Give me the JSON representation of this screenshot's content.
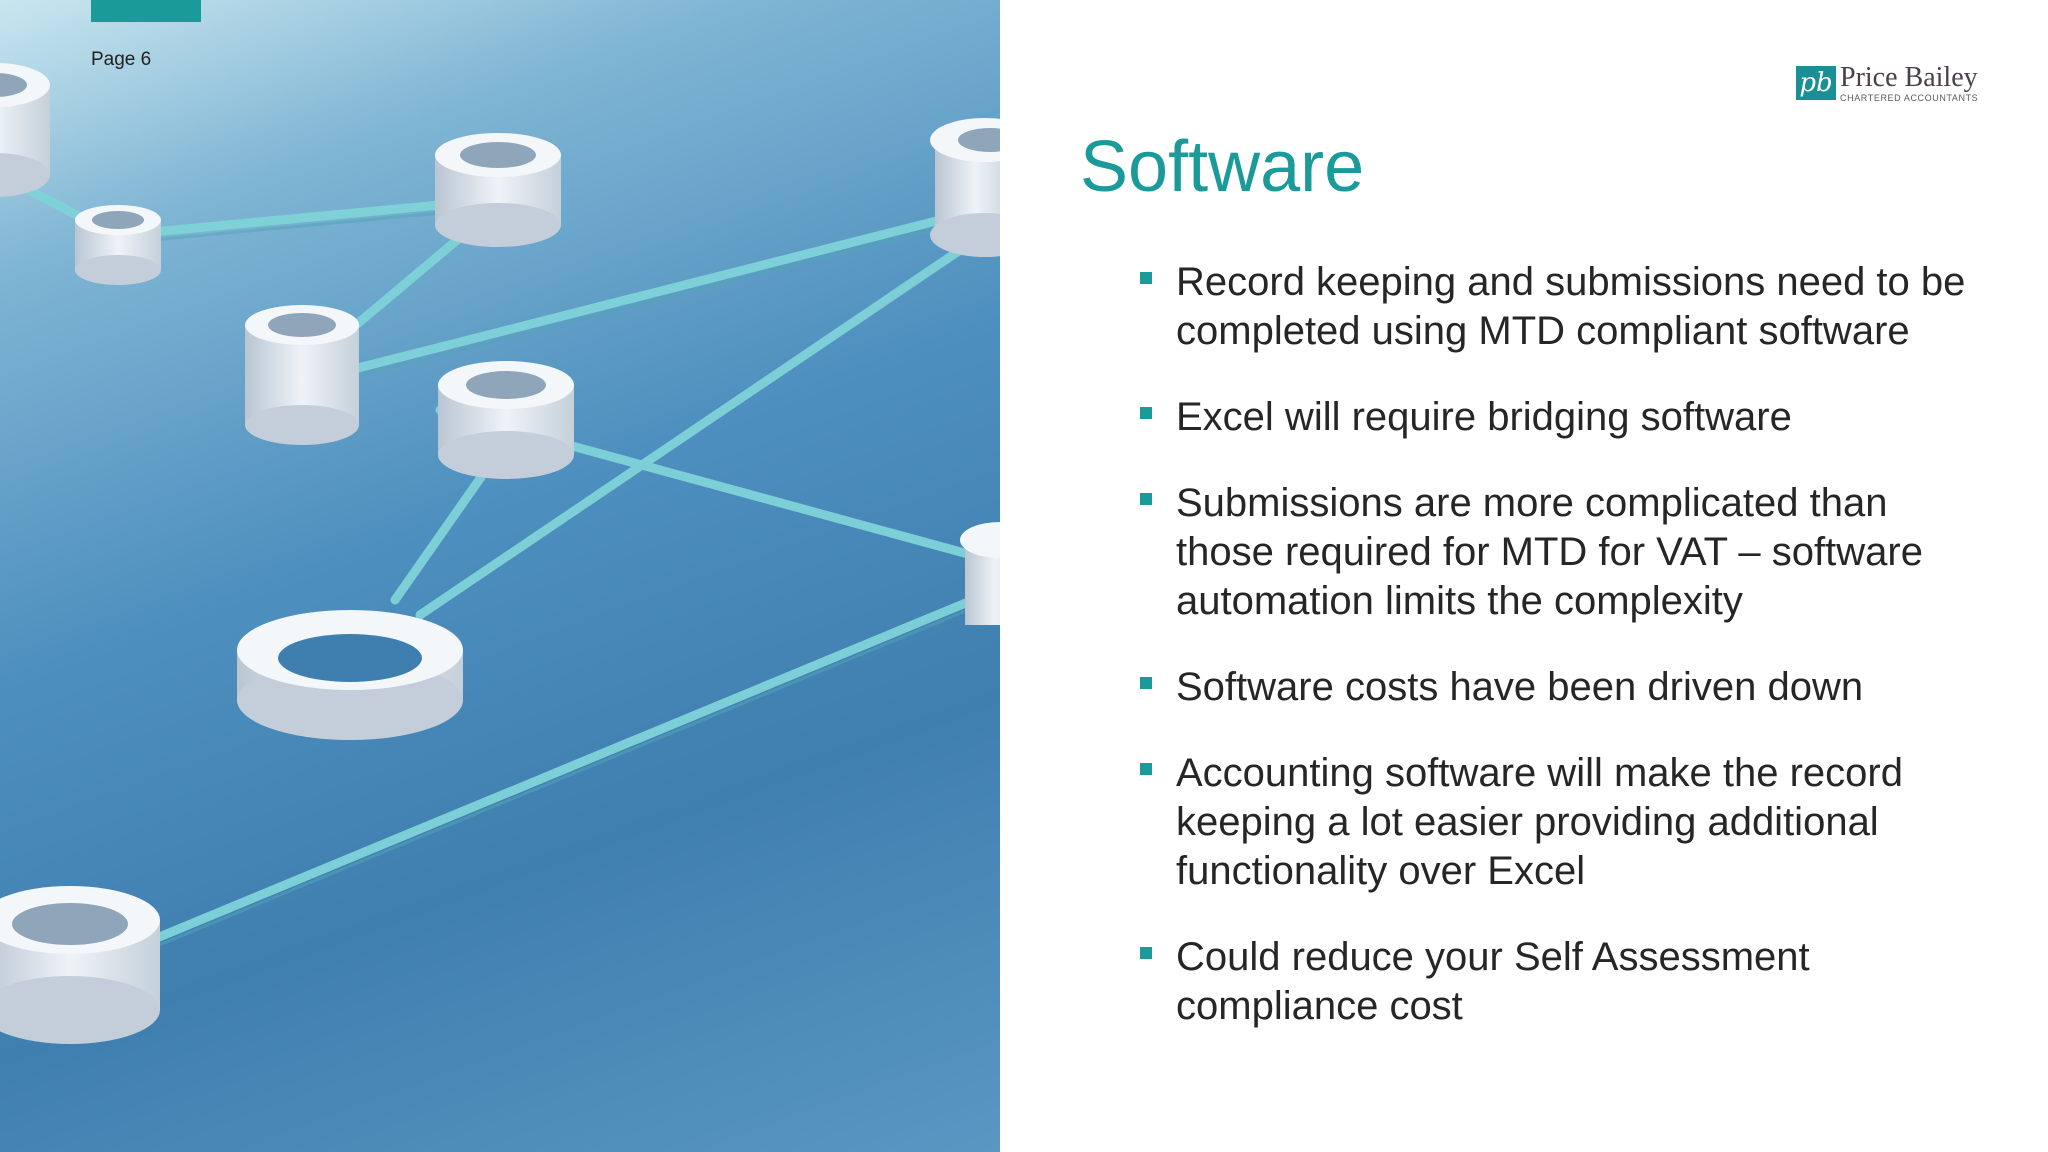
{
  "page_number": "Page 6",
  "logo": {
    "mark": "pb",
    "name": "Price Bailey",
    "tagline": "CHARTERED ACCOUNTANTS"
  },
  "title": "Software",
  "bullets": [
    "Record keeping and submissions need to be completed using MTD compliant software",
    "Excel will require bridging software",
    "Submissions are more complicated than those required for MTD for VAT – software automation limits the complexity",
    "Software costs have been driven down",
    "Accounting software will make the record keeping a lot easier providing additional functionality over Excel",
    "Could reduce your Self Assessment compliance cost"
  ],
  "colors": {
    "accent": "#1a9a98",
    "body_text": "#262626"
  },
  "image": {
    "subject": "network-nodes-illustration"
  }
}
